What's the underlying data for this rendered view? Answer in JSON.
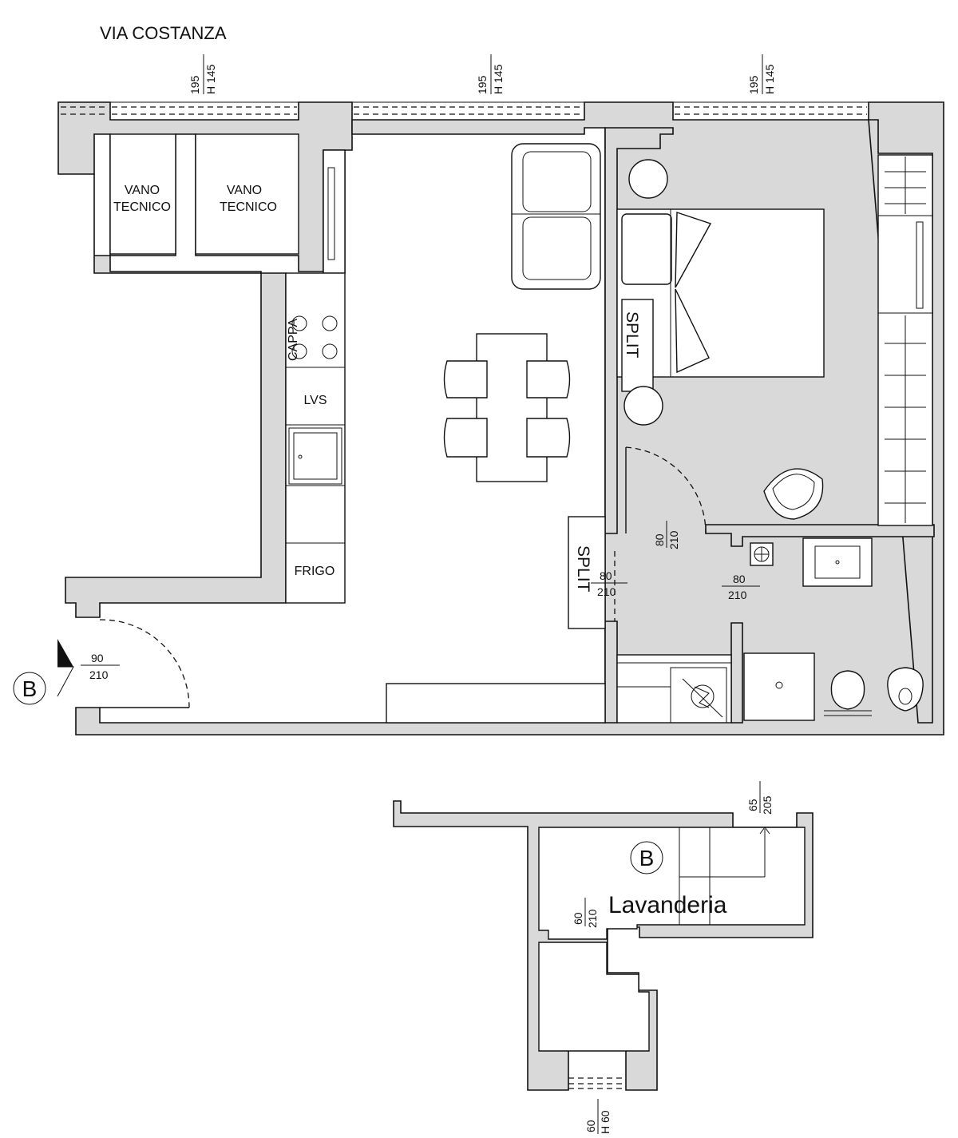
{
  "street_label": "VIA COSTANZA",
  "rooms": {
    "vano_tecnico_1_line1": "VANO",
    "vano_tecnico_1_line2": "TECNICO",
    "vano_tecnico_2_line1": "VANO",
    "vano_tecnico_2_line2": "TECNICO",
    "lavanderia": "Lavanderia"
  },
  "kitchen": {
    "cappa": "CAPPA",
    "lvs": "LVS",
    "frigo": "FRIGO"
  },
  "ac_units": {
    "bedroom": "SPLIT",
    "living": "SPLIT"
  },
  "section_marker": {
    "letter": "B",
    "letter_lower": "B"
  },
  "windows": [
    {
      "width": "195",
      "height": "H 145"
    },
    {
      "width": "195",
      "height": "H 145"
    },
    {
      "width": "195",
      "height": "H 145"
    }
  ],
  "doors": {
    "entrance": {
      "width": "90",
      "height": "210"
    },
    "bedroom": {
      "width": "80",
      "height": "210"
    },
    "living_bath": {
      "width": "80",
      "height": "210"
    },
    "bathroom": {
      "width": "80",
      "height": "210"
    },
    "laundry": {
      "width": "60",
      "height": "210"
    },
    "laundry_exit": {
      "width": "65",
      "height": "205"
    }
  },
  "laundry_window": {
    "width": "60",
    "height": "H 60"
  }
}
